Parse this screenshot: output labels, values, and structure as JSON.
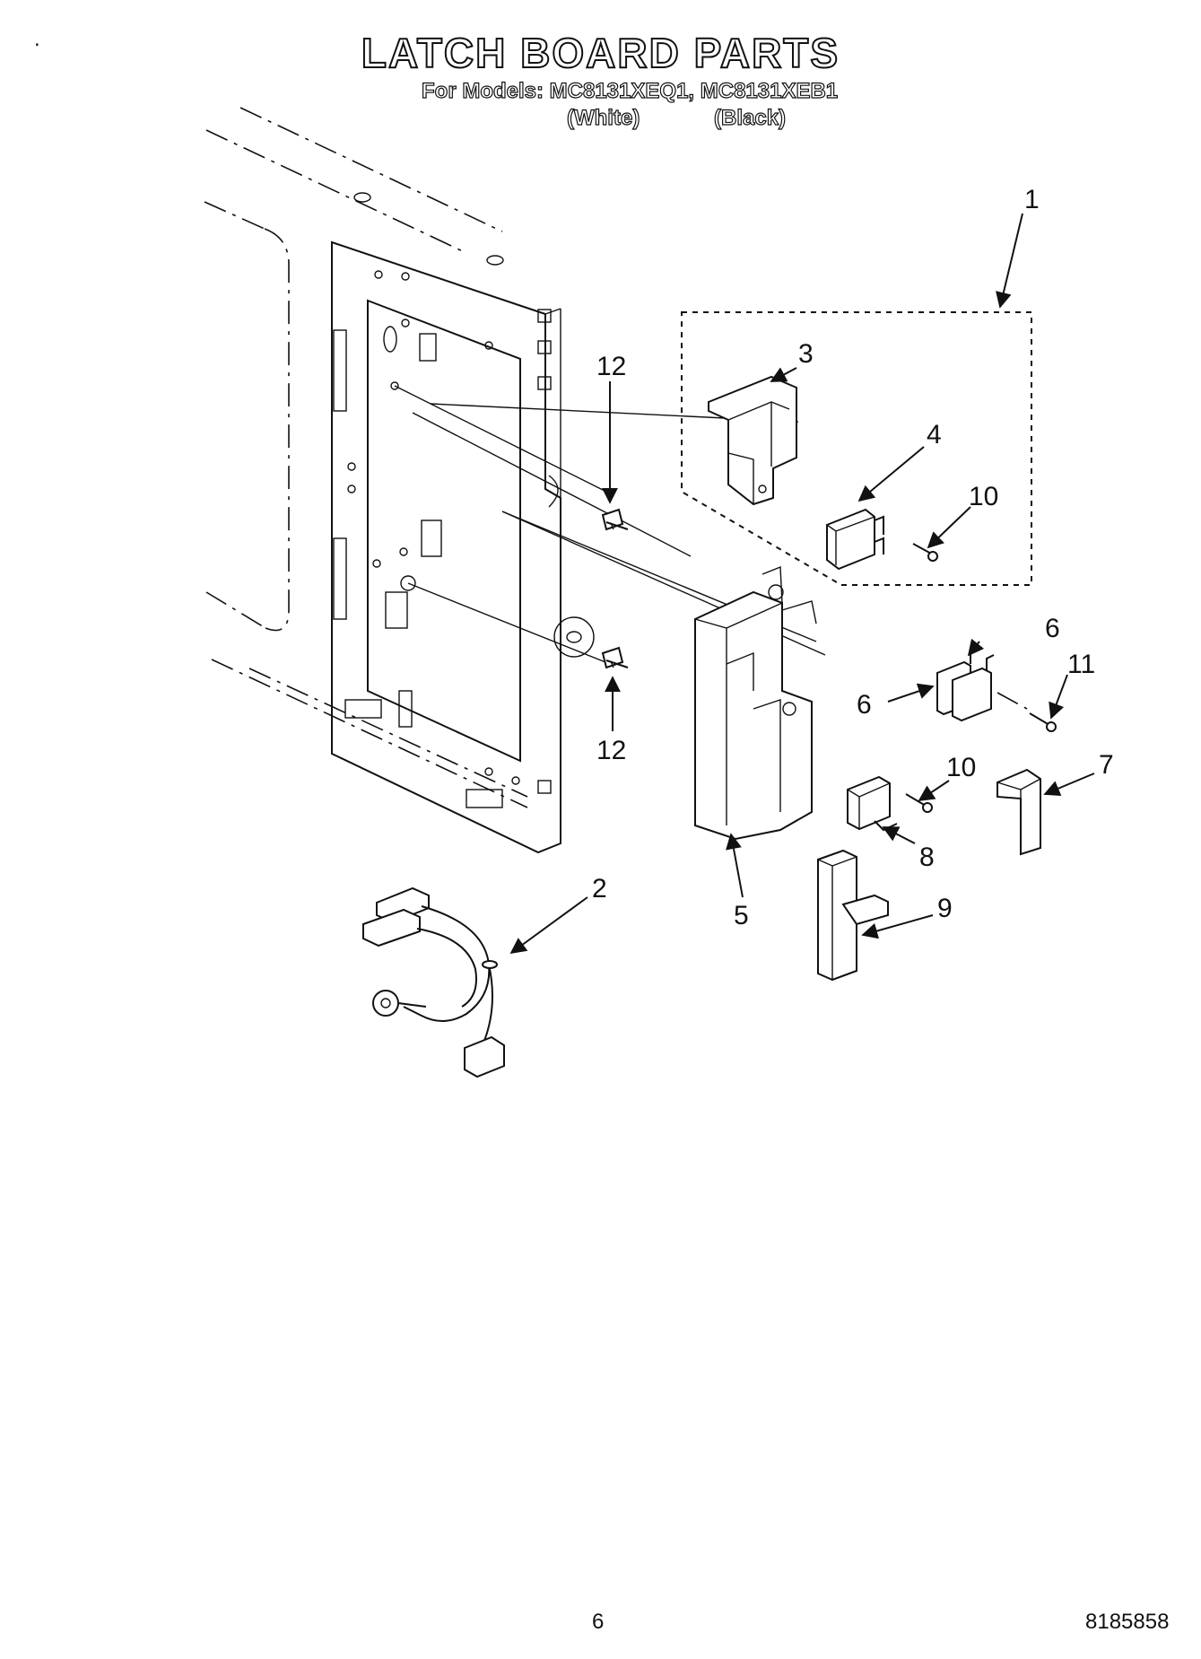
{
  "header": {
    "title": "LATCH BOARD PARTS",
    "models_line": "For Models: MC8131XEQ1, MC8131XEB1",
    "variant_white": "(White)",
    "variant_black": "(Black)"
  },
  "callouts": {
    "c1": "1",
    "c2": "2",
    "c3": "3",
    "c4": "4",
    "c5": "5",
    "c6a": "6",
    "c6b": "6",
    "c7": "7",
    "c8": "8",
    "c9": "9",
    "c10a": "10",
    "c10b": "10",
    "c11": "11",
    "c12a": "12",
    "c12b": "12"
  },
  "footer": {
    "page_number": "6",
    "doc_number": "8185858"
  },
  "corner_mark": "."
}
